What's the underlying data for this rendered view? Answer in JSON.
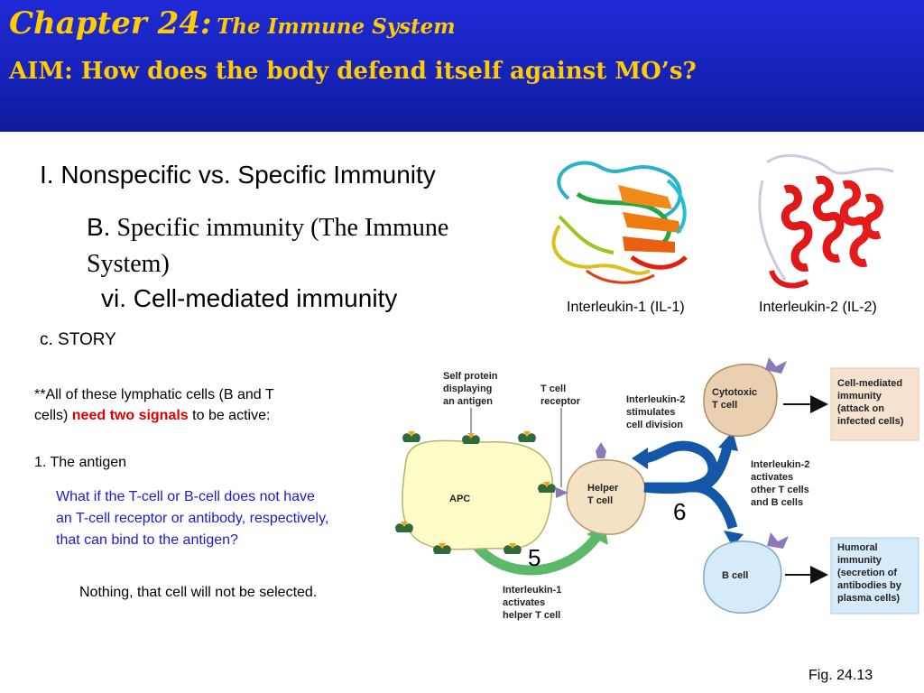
{
  "header": {
    "chapter": "Chapter 24:",
    "chapter_subtitle": "The Immune System",
    "aim": "AIM: How does the body defend itself  against MO’s?"
  },
  "outline": {
    "level1": "I. Nonspecific vs. Specific Immunity",
    "level2_prefix": "B.",
    "level2_line1": "Specific immunity (The Immune",
    "level2_line2": "System)",
    "level3": "vi. Cell-mediated immunity",
    "story": "c. STORY"
  },
  "notes": {
    "signals_before": "**All of these lymphatic cells (B and T",
    "signals_mid": "cells) ",
    "signals_emphasis": "need two signals",
    "signals_after": " to be active:",
    "antigen": "1. The antigen",
    "question_line1": "What if the T-cell or B-cell does not have",
    "question_line2": "an T-cell receptor or antibody, respectively,",
    "question_line3": "that can bind to the antigen?",
    "answer": "Nothing, that cell will not be selected."
  },
  "protein_images": {
    "il1_caption": "Interleukin-1 (IL-1)",
    "il2_caption": "Interleukin-2 (IL-2)"
  },
  "diagram": {
    "self_protein": [
      "Self protein",
      "displaying",
      "an antigen"
    ],
    "t_cell_receptor": [
      "T cell",
      "receptor"
    ],
    "il2_stimulates": [
      "Interleukin-2",
      "stimulates",
      "cell division"
    ],
    "il2_activates": [
      "Interleukin-2",
      "activates",
      "other T cells",
      "and B cells"
    ],
    "il1_activates": [
      "Interleukin-1",
      "activates",
      "helper T cell"
    ],
    "apc": "APC",
    "helper": [
      "Helper",
      "T cell"
    ],
    "cytotoxic": [
      "Cytotoxic",
      "T cell"
    ],
    "bcell": "B cell",
    "cell_mediated_box": [
      "Cell-mediated",
      "immunity",
      "(attack on",
      "infected cells)"
    ],
    "humoral_box": [
      "Humoral",
      "immunity",
      "(secretion of",
      "antibodies by",
      "plasma cells)"
    ],
    "step5": "5",
    "step6": "6",
    "colors": {
      "cell_mediated_box": "#f6e3cf",
      "humoral_box": "#d6ebf9",
      "il2_arrow": "#1457a8",
      "il1_arrow": "#5cb96a"
    }
  },
  "figure_ref": "Fig. 24.13"
}
